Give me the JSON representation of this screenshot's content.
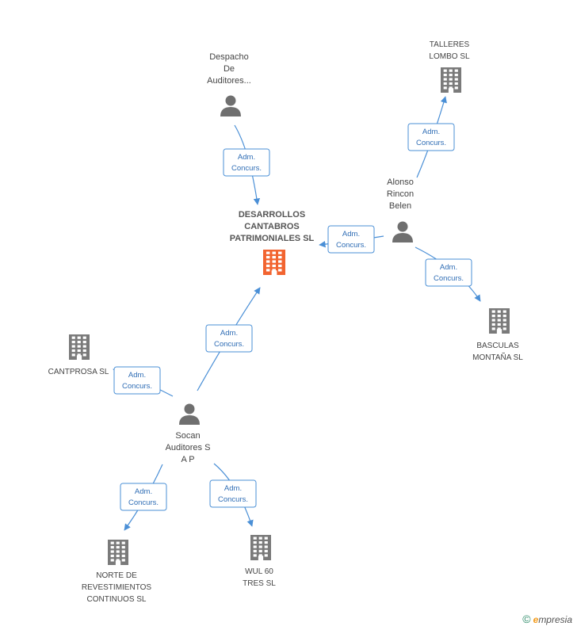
{
  "nodes": [
    {
      "id": "desarrollos",
      "type": "company",
      "main": true,
      "label": [
        "DESARROLLOS",
        "CANTABROS",
        "PATRIMONIALES SL"
      ]
    },
    {
      "id": "despacho",
      "type": "person",
      "label": [
        "Despacho",
        "De",
        "Auditores..."
      ]
    },
    {
      "id": "alonso",
      "type": "person",
      "label": [
        "Alonso",
        "Rincon",
        "Belen"
      ]
    },
    {
      "id": "talleres",
      "type": "company",
      "label": [
        "TALLERES",
        "LOMBO SL"
      ]
    },
    {
      "id": "basculas",
      "type": "company",
      "label": [
        "BASCULAS",
        "MONTAÑA SL"
      ]
    },
    {
      "id": "cantprosa",
      "type": "company",
      "label": [
        "CANTPROSA SL"
      ]
    },
    {
      "id": "socan",
      "type": "person",
      "label": [
        "Socan",
        "Auditores S",
        "A P"
      ]
    },
    {
      "id": "norte",
      "type": "company",
      "label": [
        "NORTE DE",
        "REVESTIMIENTOS",
        "CONTINUOS SL"
      ]
    },
    {
      "id": "wul",
      "type": "company",
      "label": [
        "WUL 60",
        "TRES SL"
      ]
    }
  ],
  "edges": [
    {
      "from": "despacho",
      "to": "desarrollos",
      "label": [
        "Adm.",
        "Concurs."
      ]
    },
    {
      "from": "alonso",
      "to": "desarrollos",
      "label": [
        "Adm.",
        "Concurs."
      ]
    },
    {
      "from": "alonso",
      "to": "talleres",
      "label": [
        "Adm.",
        "Concurs."
      ]
    },
    {
      "from": "alonso",
      "to": "basculas",
      "label": [
        "Adm.",
        "Concurs."
      ]
    },
    {
      "from": "socan",
      "to": "desarrollos",
      "label": [
        "Adm.",
        "Concurs."
      ]
    },
    {
      "from": "socan",
      "to": "cantprosa",
      "label": [
        "Adm.",
        "Concurs."
      ]
    },
    {
      "from": "socan",
      "to": "norte",
      "label": [
        "Adm.",
        "Concurs."
      ]
    },
    {
      "from": "socan",
      "to": "wul",
      "label": [
        "Adm.",
        "Concurs."
      ]
    }
  ],
  "colors": {
    "edge": "#4a8fd6",
    "main_company": "#f26430",
    "company": "#7a7a7a",
    "person": "#6f6f6f"
  },
  "footer": {
    "copyright": "©",
    "brand_initial": "e",
    "brand_rest": "mpresia"
  }
}
